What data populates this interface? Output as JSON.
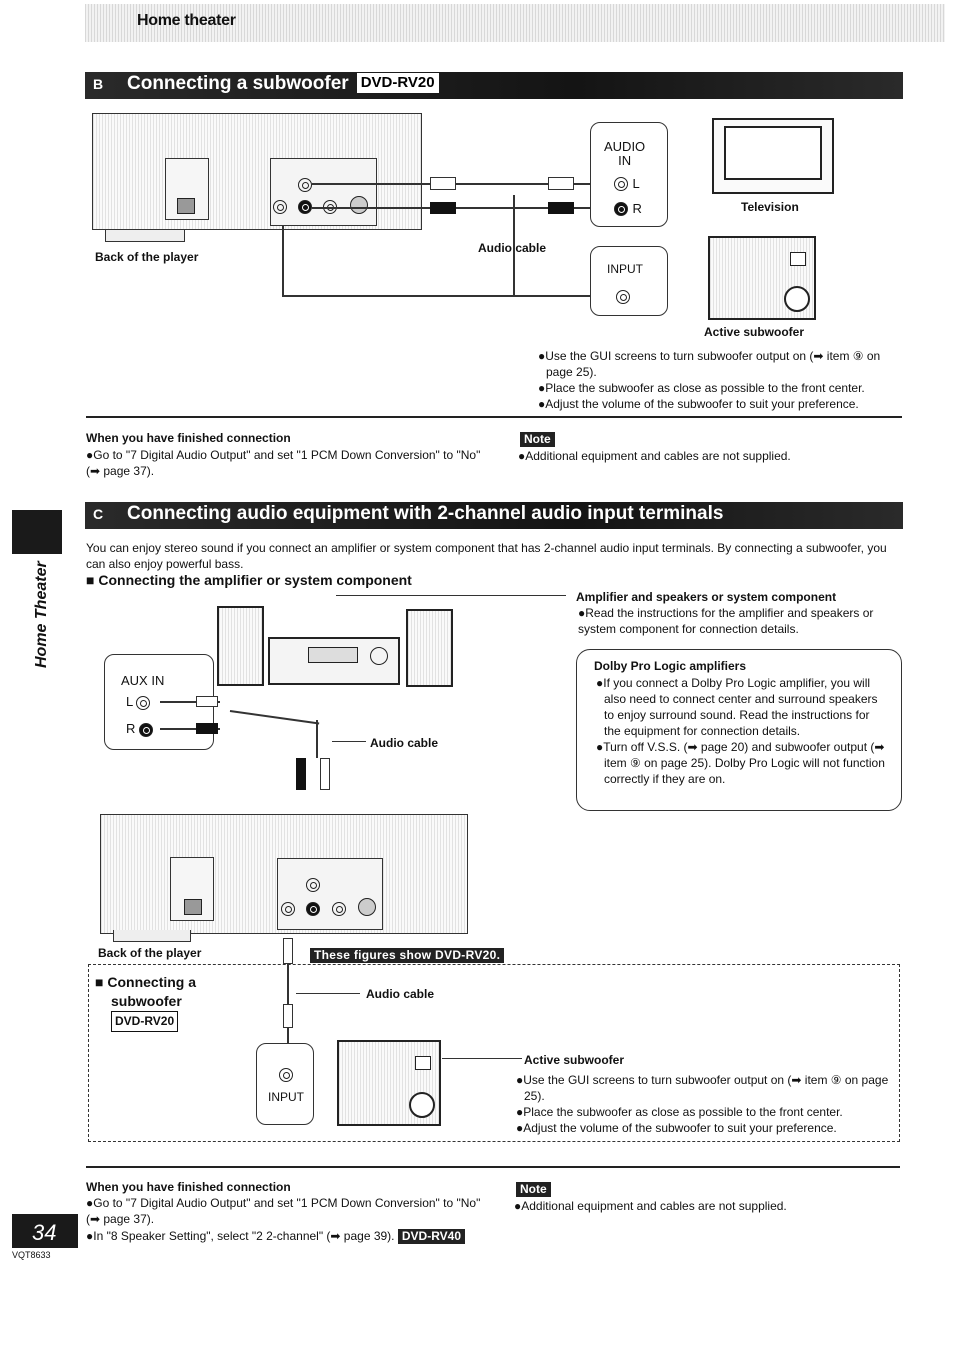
{
  "header": {
    "title": "Home theater"
  },
  "section_b": {
    "letter": "B",
    "title": "Connecting a subwoofer",
    "model_tag": "DVD-RV20",
    "diagram": {
      "player_label": "Back of the player",
      "audio_in_label": "AUDIO\nIN",
      "jack_l": "L",
      "jack_r": "R",
      "tv_label": "Television",
      "cable_label": "Audio cable",
      "input_label": "INPUT",
      "subwoofer_label": "Active subwoofer"
    },
    "bullets": [
      "Use the GUI screens to turn subwoofer output on (➡ item ⑨ on page 25).",
      "Place the subwoofer as close as possible to the front center.",
      "Adjust the volume of the subwoofer to suit your preference."
    ],
    "finished_heading": "When you have finished connection",
    "finished_text": "Go to \"7 Digital Audio Output\" and set \"1 PCM Down Conversion\" to \"No\" (➡ page 37).",
    "note_label": "Note",
    "note_text": "Additional equipment and cables are not supplied."
  },
  "section_c": {
    "letter": "C",
    "title": "Connecting audio equipment with 2-channel audio input terminals",
    "intro": "You can enjoy stereo sound if you connect an amplifier or system component that has 2-channel audio input terminals. By connecting a subwoofer, you can also enjoy powerful bass.",
    "sub_heading": "Connecting the amplifier or system component",
    "amp_heading": "Amplifier and speakers or system component",
    "amp_text": "Read the instructions for the amplifier and speakers or system component for connection details.",
    "dolby_heading": "Dolby Pro Logic amplifiers",
    "dolby_bullets": [
      "If you connect a Dolby Pro Logic amplifier, you will also need to connect center and surround speakers to enjoy surround sound. Read the instructions for the equipment for connection details.",
      "Turn off V.S.S. (➡ page 20) and subwoofer output (➡ item ⑨ on page 25). Dolby Pro Logic will not function correctly if they are on."
    ],
    "aux_in_label": "AUX IN",
    "jack_l": "L",
    "jack_r": "R",
    "cable_label": "Audio cable",
    "player_label": "Back of the player",
    "figures_note": "These figures show DVD-RV20.",
    "sub2_heading_a": "Connecting a",
    "sub2_heading_b": "subwoofer",
    "sub2_tag": "DVD-RV20",
    "cable2_label": "Audio cable",
    "input_label": "INPUT",
    "subwoofer_label": "Active subwoofer",
    "sub_bullets": [
      "Use the GUI screens to turn subwoofer output on (➡ item ⑨ on page 25).",
      "Place the subwoofer as close as possible to the front center.",
      "Adjust the volume of the subwoofer to suit your preference."
    ],
    "finished_heading": "When you have finished connection",
    "finished_items": [
      "Go to \"7 Digital Audio Output\" and set \"1 PCM Down Conversion\" to \"No\" (➡ page 37).",
      "In \"8 Speaker Setting\", select \"2 2-channel\" (➡ page 39)."
    ],
    "finished_tag": "DVD-RV40",
    "note_label": "Note",
    "note_text": "Additional equipment and cables are not supplied."
  },
  "side_tab": {
    "text": "Home Theater"
  },
  "footer": {
    "page_number": "34",
    "code": "VQT8633"
  }
}
